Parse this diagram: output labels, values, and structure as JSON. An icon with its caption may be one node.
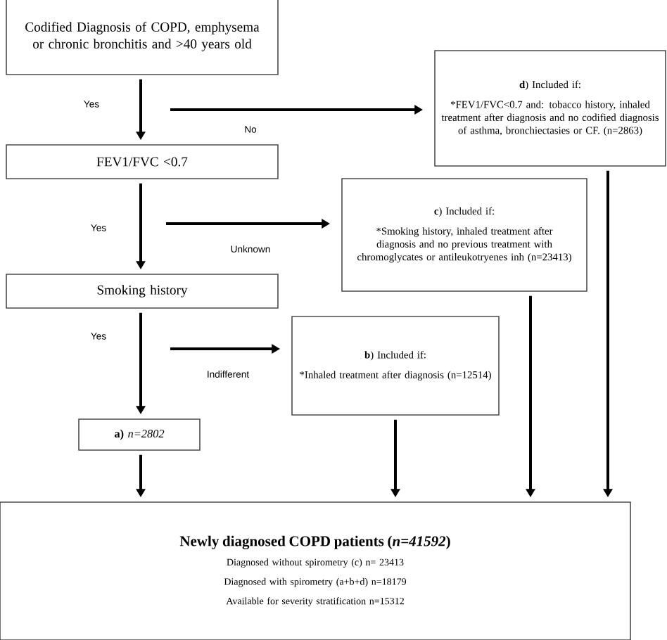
{
  "diagram": {
    "nodes": [
      {
        "text": [
          "Codified Diagnosis of COPD, emphysema or chronic bronchitis and >40 years old"
        ]
      },
      {
        "text": [
          "FEV1/FVC <0.7"
        ]
      },
      {
        "text": [
          "Smoking history"
        ]
      },
      {
        "text": [
          "**a)** *n=2802*"
        ]
      },
      {
        "text": [
          "**b**) Included if:",
          "*Inhaled treatment after diagnosis (n=12514)"
        ]
      },
      {
        "text": [
          "**c**) Included if:",
          "*Smoking history, inhaled treatment after diagnosis and no previous treatment with chromoglycates or antileukotryenes inh (n=23413)"
        ]
      },
      {
        "text": [
          "**d**) Included if:",
          "*FEV1/FVC<0.7 and: tobacco history, inhaled treatment after diagnosis and no codified diagnosis of asthma, bronchiectasies or CF. (n=2863)"
        ]
      },
      {
        "text": [
          "Newly diagnosed COPD patients (*n=41592*)",
          "Diagnosed without spirometry (c) n= 23413",
          "Diagnosed with spirometry (a+b+d) n=18179",
          "Available for severity stratification n=15312"
        ]
      }
    ],
    "edges": [
      {
        "from": 0,
        "to": 1,
        "arrow": "to",
        "label": "Yes"
      },
      {
        "from": null,
        "to": 6,
        "arrow": "to",
        "label": "No"
      },
      {
        "from": 1,
        "to": 2,
        "arrow": "to",
        "label": "Yes"
      },
      {
        "from": null,
        "to": 5,
        "arrow": "to",
        "label": "Unknown"
      },
      {
        "from": 2,
        "to": 3,
        "arrow": "to",
        "label": "Yes"
      },
      {
        "from": null,
        "to": 4,
        "arrow": "to",
        "label": "Indifferent"
      },
      {
        "from": 3,
        "to": 7,
        "arrow": "to"
      },
      {
        "from": 4,
        "to": 7,
        "arrow": "to"
      },
      {
        "from": 5,
        "to": 7,
        "arrow": "to"
      },
      {
        "from": 6,
        "to": 7,
        "arrow": "to"
      }
    ]
  }
}
